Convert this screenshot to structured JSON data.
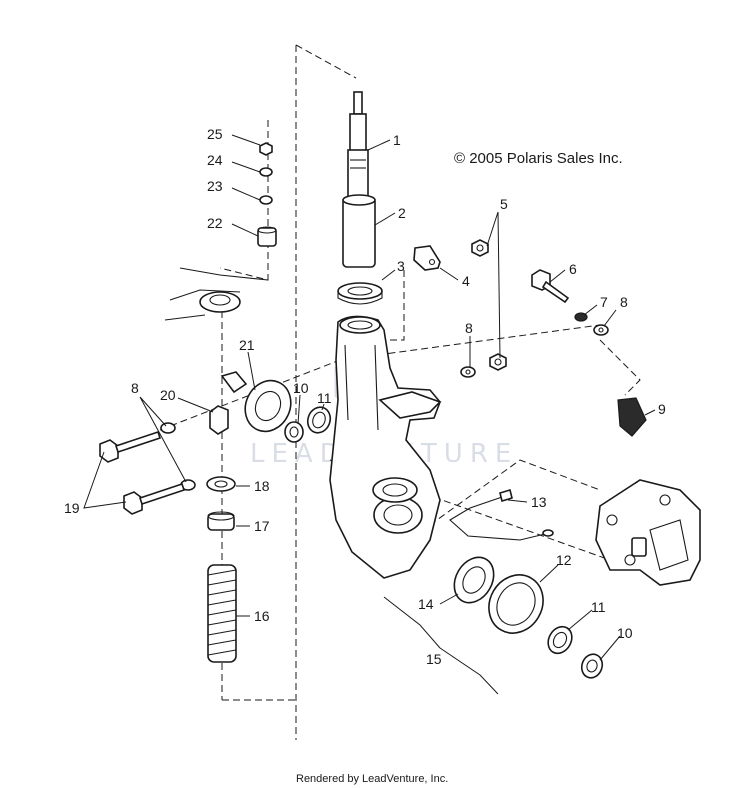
{
  "copyright": "© 2005 Polaris Sales Inc.",
  "footer": "Rendered by LeadVenture, Inc.",
  "watermark": "LEADVENTURE",
  "callouts": [
    {
      "id": "c1",
      "text": "1"
    },
    {
      "id": "c2",
      "text": "2"
    },
    {
      "id": "c3",
      "text": "3"
    },
    {
      "id": "c4",
      "text": "4"
    },
    {
      "id": "c5",
      "text": "5"
    },
    {
      "id": "c6",
      "text": "6"
    },
    {
      "id": "c7",
      "text": "7"
    },
    {
      "id": "c8a",
      "text": "8"
    },
    {
      "id": "c8b",
      "text": "8"
    },
    {
      "id": "c8c",
      "text": "8"
    },
    {
      "id": "c9",
      "text": "9"
    },
    {
      "id": "c10a",
      "text": "10"
    },
    {
      "id": "c10b",
      "text": "10"
    },
    {
      "id": "c11a",
      "text": "11"
    },
    {
      "id": "c11b",
      "text": "11"
    },
    {
      "id": "c12",
      "text": "12"
    },
    {
      "id": "c13",
      "text": "13"
    },
    {
      "id": "c14",
      "text": "14"
    },
    {
      "id": "c15",
      "text": "15"
    },
    {
      "id": "c16",
      "text": "16"
    },
    {
      "id": "c17",
      "text": "17"
    },
    {
      "id": "c18",
      "text": "18"
    },
    {
      "id": "c19",
      "text": "19"
    },
    {
      "id": "c20",
      "text": "20"
    },
    {
      "id": "c21",
      "text": "21"
    },
    {
      "id": "c22",
      "text": "22"
    },
    {
      "id": "c23",
      "text": "23"
    },
    {
      "id": "c24",
      "text": "24"
    },
    {
      "id": "c25",
      "text": "25"
    }
  ]
}
